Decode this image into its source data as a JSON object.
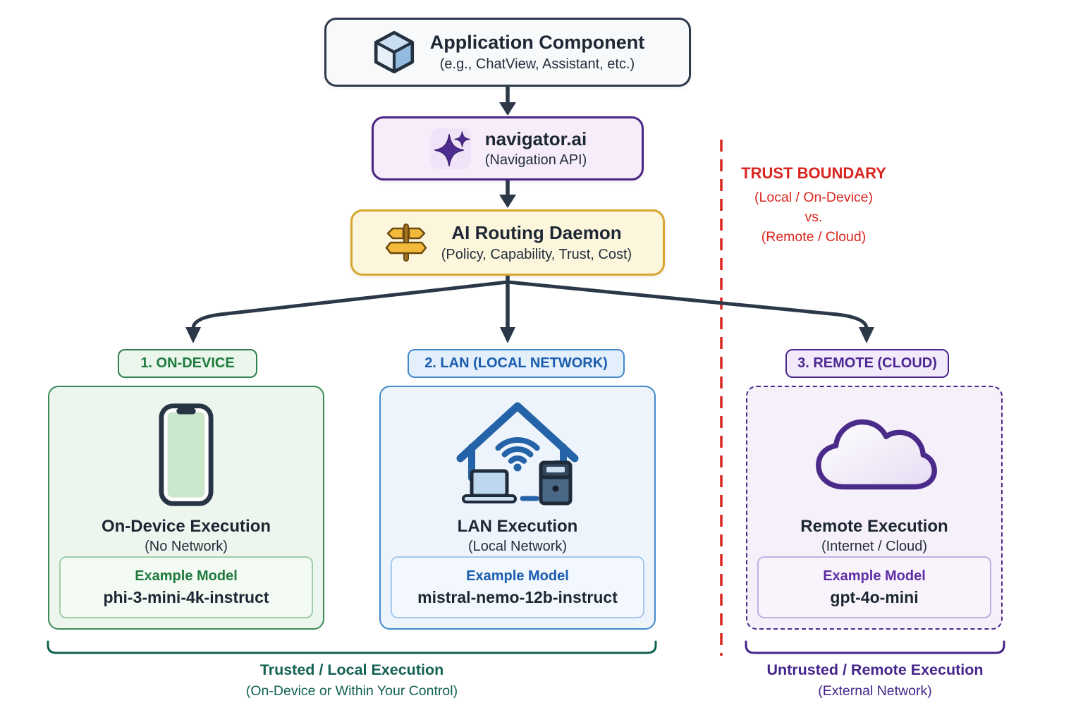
{
  "app_component": {
    "title": "Application Component",
    "subtitle": "(e.g., ChatView, Assistant, etc.)"
  },
  "navigator": {
    "title": "navigator.ai",
    "subtitle": "(Navigation API)"
  },
  "daemon": {
    "title": "AI Routing Daemon",
    "subtitle": "(Policy, Capability, Trust, Cost)"
  },
  "trust_boundary": {
    "title": "TRUST BOUNDARY",
    "line1": "(Local / On-Device)",
    "line2": "vs.",
    "line3": "(Remote / Cloud)"
  },
  "branches": [
    {
      "chip": "1. ON-DEVICE",
      "title": "On-Device Execution",
      "subtitle": "(No Network)",
      "example_label": "Example Model",
      "model": "phi-3-mini-4k-instruct",
      "icon": "smartphone-icon"
    },
    {
      "chip": "2. LAN (LOCAL NETWORK)",
      "title": "LAN Execution",
      "subtitle": "(Local Network)",
      "example_label": "Example Model",
      "model": "mistral-nemo-12b-instruct",
      "icon": "house-wifi-icon"
    },
    {
      "chip": "3. REMOTE (CLOUD)",
      "title": "Remote Execution",
      "subtitle": "(Internet / Cloud)",
      "example_label": "Example Model",
      "model": "gpt-4o-mini",
      "icon": "cloud-icon"
    }
  ],
  "footers": {
    "trusted": {
      "title": "Trusted / Local Execution",
      "subtitle": "(On-Device or Within Your Control)"
    },
    "untrusted": {
      "title": "Untrusted / Remote Execution",
      "subtitle": "(External Network)"
    }
  },
  "icons": {
    "app_component": "cube-icon",
    "navigator": "sparkles-icon",
    "daemon": "signpost-icon"
  },
  "colors": {
    "arrow": "#2b3848",
    "trust_boundary_red": "#d9251f",
    "on_device_green": "#1e7a3c",
    "lan_blue": "#1a5cb0",
    "remote_purple": "#4b2b8a",
    "daemon_gold": "#d9a62f",
    "trusted_teal": "#136152",
    "navigator_purple": "#4e2d8e"
  }
}
